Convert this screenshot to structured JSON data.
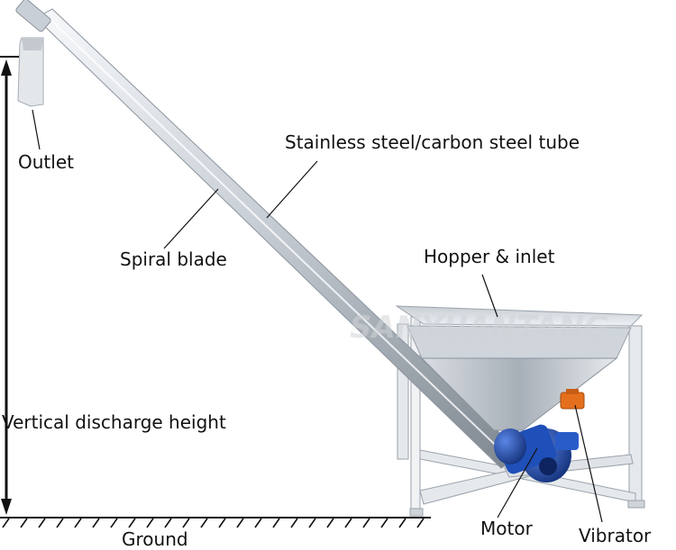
{
  "labels": {
    "outlet": "Outlet",
    "tube": "Stainless steel/carbon steel tube",
    "spiral": "Spiral blade",
    "hopper": "Hopper & inlet",
    "height": "Vertical discharge height",
    "motor": "Motor",
    "vibrator": "Vibrator",
    "ground": "Ground"
  },
  "watermark": "SANYUANTANG",
  "colors": {
    "steel_light": "#eef1f4",
    "steel_mid": "#b9c0c8",
    "steel_dark": "#7b848e",
    "frame": "#e6e9ec",
    "motor_blue": "#1f4fb8",
    "vibrator_orange": "#e4701e",
    "line": "#111111"
  }
}
